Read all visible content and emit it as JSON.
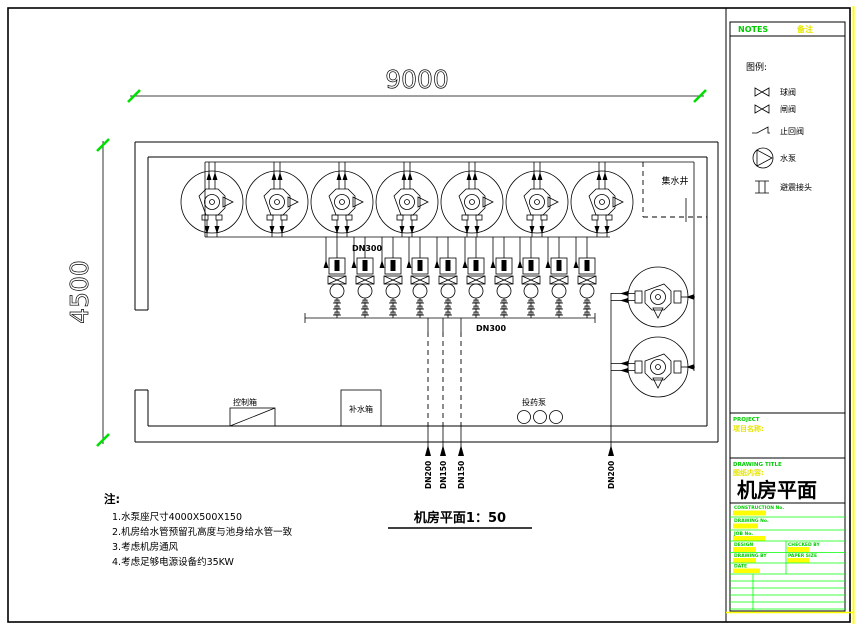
{
  "panel": {
    "notes_en": "NOTES",
    "notes_cn": "备注",
    "legend_title": "图例:",
    "legend": [
      {
        "name": "ball-valve",
        "label": "球阀"
      },
      {
        "name": "gate-valve",
        "label": "闸阀"
      },
      {
        "name": "check-valve",
        "label": "止回阀"
      },
      {
        "name": "water-pump",
        "label": "水泵"
      },
      {
        "name": "flexible-joint",
        "label": "避震接头"
      }
    ],
    "title_block": {
      "project_en": "PROJECT",
      "project_cn": "项目名称:",
      "drawing_title_en": "DRAWING TITLE",
      "drawing_title_cn": "图纸内容:",
      "drawing_name": "机房平面",
      "fields": [
        {
          "label": "CONSTRUCTION No."
        },
        {
          "label": "DRAWING No."
        },
        {
          "label": "JOB No."
        },
        {
          "label": "DESIGN"
        },
        {
          "label": "CHECKED BY"
        },
        {
          "label": "DRAWING BY"
        },
        {
          "label": "PAPER SIZE"
        },
        {
          "label": "DATE"
        }
      ]
    }
  },
  "drawing": {
    "dim_top": "9000",
    "dim_left": "4500",
    "sump_label": "集水井",
    "control_box_label": "控制箱",
    "makeup_tank_label": "补水箱",
    "dosing_pump_label": "投药泵",
    "header_pipe_label": "DN300",
    "manifold_pipe_label": "DN300",
    "drop_pipe_labels": [
      "DN200",
      "DN150",
      "DN150"
    ],
    "right_drop_pipe_label": "DN200",
    "caption": "机房平面1：50",
    "notes_title": "注:",
    "notes": [
      "1.水泵座尺寸4000X500X150",
      "2.机房给水管预留孔高度与池身给水管一致",
      "3.考虑机房通风",
      "4.考虑足够电源设备约35KW"
    ]
  },
  "colors": {
    "ink": "#000000",
    "accent_green": "#00ff00",
    "accent_yellow": "#ffff00",
    "background": "#ffffff"
  }
}
